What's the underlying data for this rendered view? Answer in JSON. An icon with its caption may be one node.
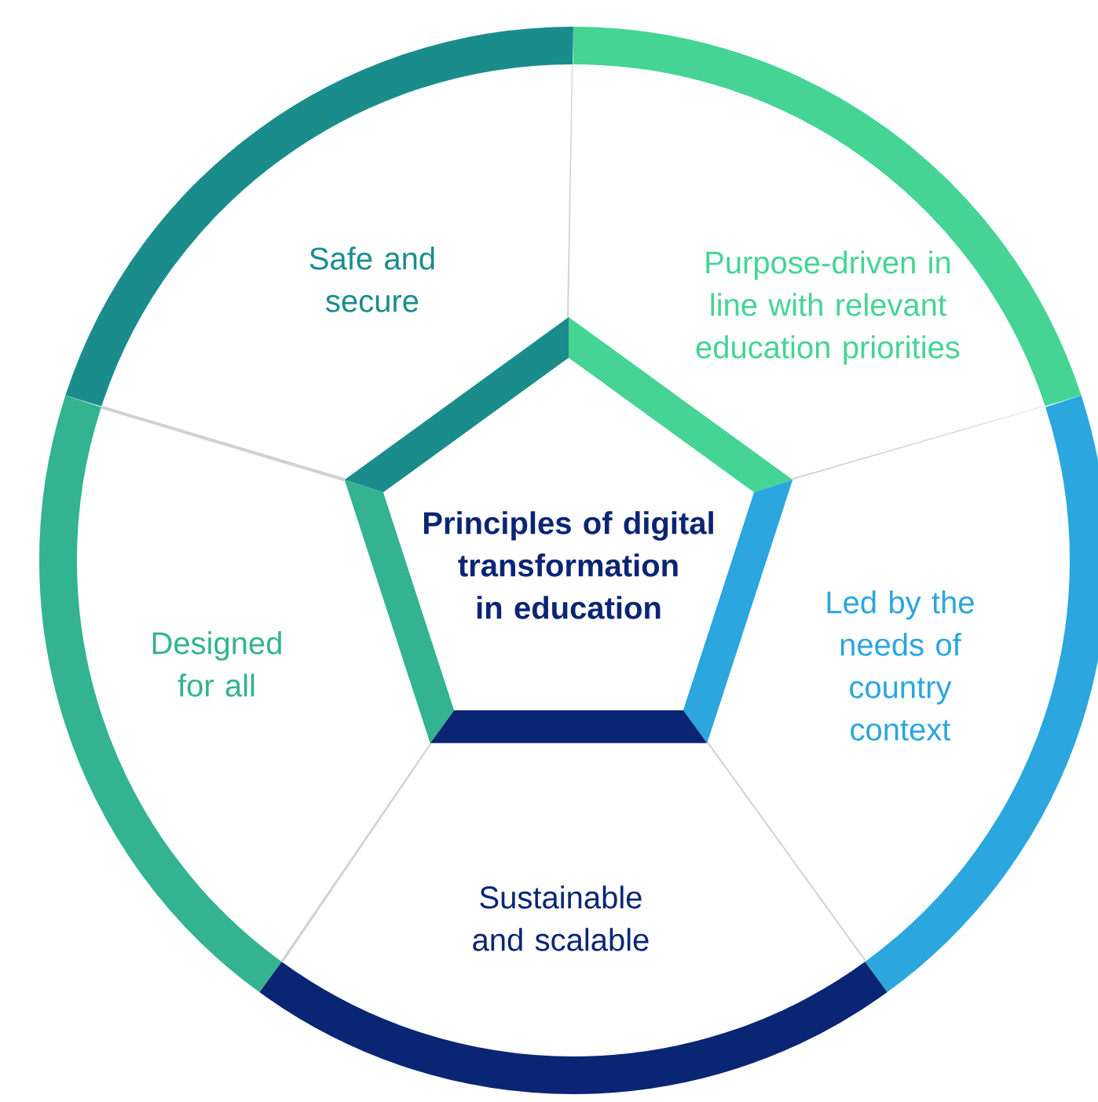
{
  "diagram": {
    "nodes": [
      {
        "text": [
          "Principles of digital transformation in education"
        ]
      },
      {
        "text": [
          "Safe and secure"
        ]
      },
      {
        "text": [
          "Purpose-driven in line with relevant education priorities"
        ]
      },
      {
        "text": [
          "Led by the needs of country context"
        ]
      },
      {
        "text": [
          "Sustainable and scalable"
        ]
      },
      {
        "text": [
          "Designed for all"
        ]
      }
    ]
  }
}
